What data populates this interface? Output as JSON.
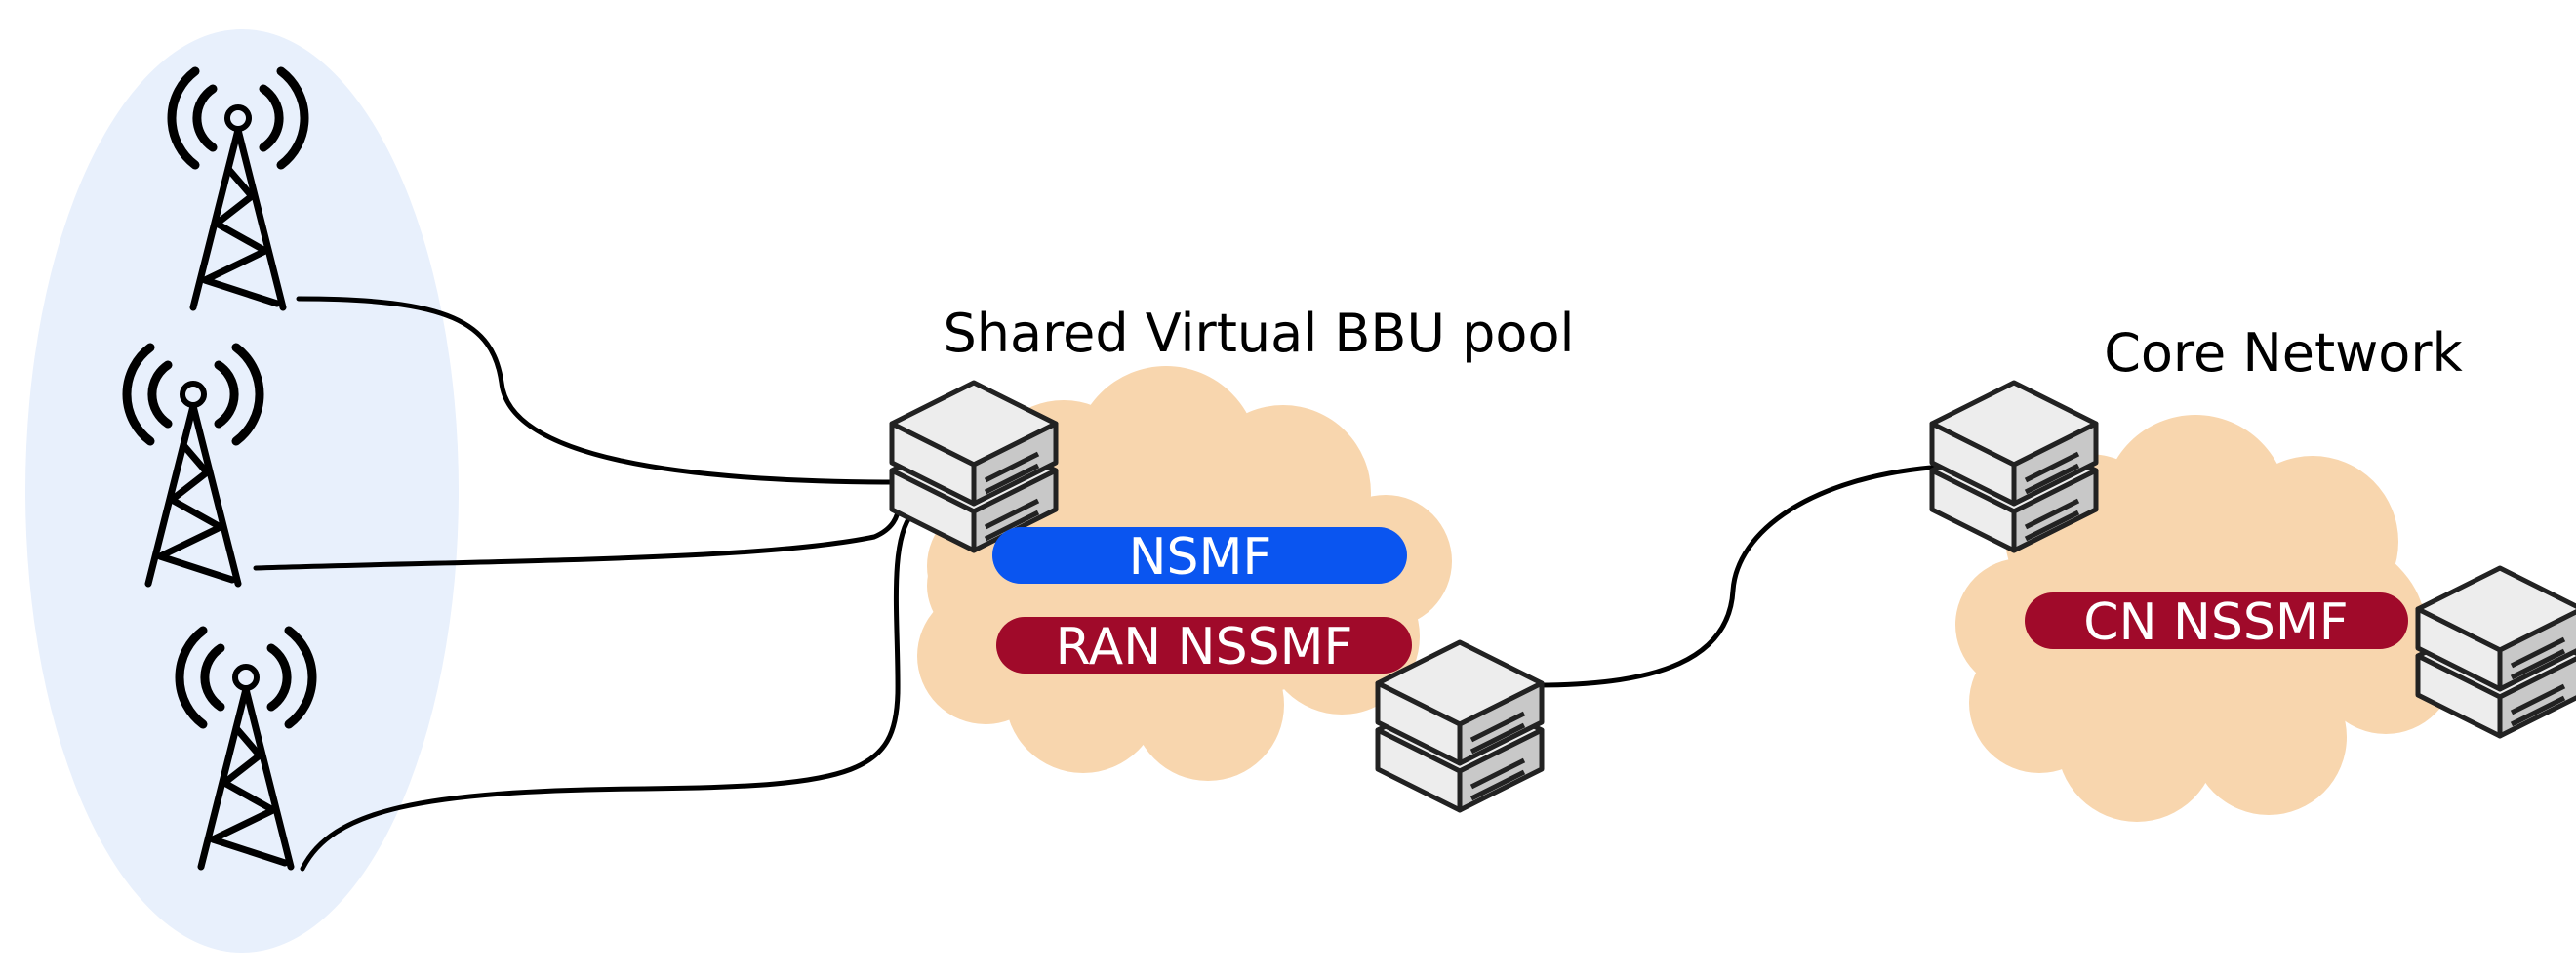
{
  "labels": {
    "bbu_pool": "Shared Virtual BBU pool",
    "core": "Core Network"
  },
  "functions": {
    "nsmf": "NSMF",
    "ran_nssmf": "RAN NSSMF",
    "cn_nssmf": "CN NSSMF"
  },
  "colors": {
    "ran_zone": "#E8F0FC",
    "cloud": "#F8D6AE",
    "nsmf": "#0A55F0",
    "nssmf": "#A00A2A",
    "server_light": "#EDEDED",
    "server_dark": "#C8C8C8",
    "line": "#000000"
  },
  "icons": {
    "tower": "cell-tower-icon",
    "server": "server-stack-icon",
    "cloud": "cloud-icon"
  }
}
